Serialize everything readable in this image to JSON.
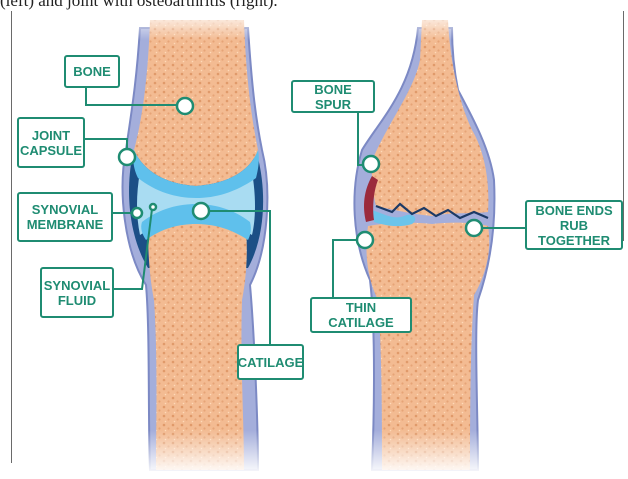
{
  "header_caption": "(left) and joint with osteoarthritis (right).",
  "labels": {
    "bone": "BONE",
    "joint_capsule": "JOINT\nCAPSULE",
    "synovial_membrane": "SYNOVIAL\nMEMBRANE",
    "synovial_fluid": "SYNOVIAL\nFLUID",
    "catilage": "CATILAGE",
    "bone_spur": "BONE SPUR",
    "bone_ends": "BONE ENDS\nRUB TOGETHER",
    "thin_catilage": "THIN CATILAGE"
  },
  "colors": {
    "label_green": "#1f8c72",
    "bone": "#f2b98f",
    "capsule": "#9aa6d6",
    "synovial_fluid": "#a9dcf2",
    "membrane": "#1c4f86"
  }
}
